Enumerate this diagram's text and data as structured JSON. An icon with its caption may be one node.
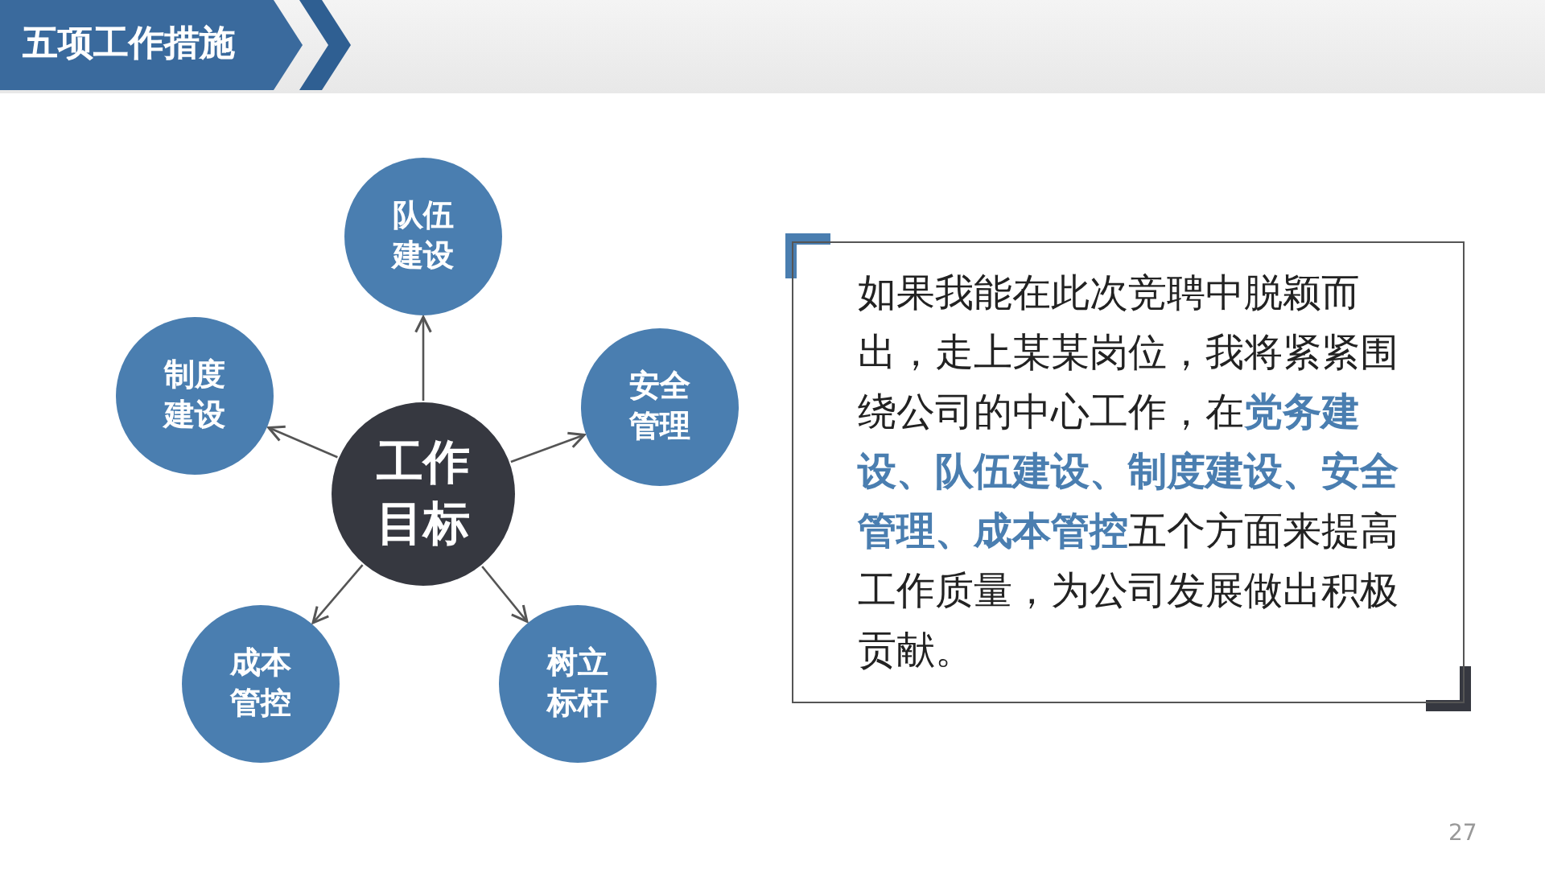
{
  "diagram": {
    "title": "五项工作措施",
    "nodes": [
      {
        "text": [
          "队伍建设"
        ]
      },
      {
        "text": [
          "制度建设"
        ]
      },
      {
        "text": [
          "安全管理"
        ]
      },
      {
        "text": [
          "工作目标"
        ]
      },
      {
        "text": [
          "成本管控"
        ]
      },
      {
        "text": [
          "树立标杆"
        ]
      },
      {
        "text": [
          "如果我能在此次竞聘中脱颖而出，走上某某岗位，我将紧紧围绕公司的中心工作，在**党务建设、队伍建设、制度建设、安全管理、成本管控**五个方面来提高工作质量，为公司发展做出积极贡献。"
        ]
      }
    ],
    "edges": [
      {
        "from": 3,
        "to": 0,
        "arrow": "to"
      },
      {
        "from": 3,
        "to": 1,
        "arrow": "to"
      },
      {
        "from": 3,
        "to": 2,
        "arrow": "to"
      },
      {
        "from": 3,
        "to": 4,
        "arrow": "to"
      },
      {
        "from": 3,
        "to": 5,
        "arrow": "to"
      }
    ],
    "labels": [
      "27"
    ]
  }
}
